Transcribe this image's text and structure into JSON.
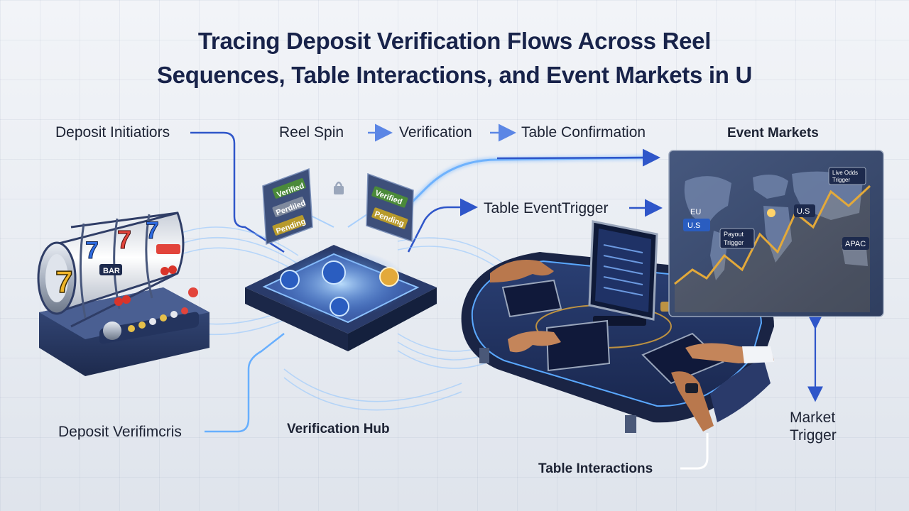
{
  "title": {
    "line1": "Tracing Deposit Verification Flows Across Reel",
    "line2": "Sequences, Table Interactions, and Event Markets in U"
  },
  "labels": {
    "deposit_initiators": "Deposit Initiatiors",
    "reel_spin": "Reel Spin",
    "verification": "Verification",
    "table_confirmation": "Table Confirmation",
    "event_markets": "Event Markets",
    "table_event_trigger": "Table EventTrigger",
    "deposit_verifications": "Deposit Verifimcris",
    "verification_hub": "Verification Hub",
    "table_interactions": "Table Interactions",
    "market_trigger_line1": "Market",
    "market_trigger_line2": "Trigger"
  },
  "status_cards": {
    "left": [
      "Verified",
      "Perdiled",
      "Pending"
    ],
    "right": [
      "Verified",
      "Pending"
    ]
  },
  "slot_machine": {
    "reel_symbols": [
      "7",
      "7",
      "7",
      "7",
      "BAR",
      "Cherry"
    ]
  },
  "map_labels": {
    "odds": "Live Odds",
    "trigger": "Trigger",
    "eu": "EU",
    "us_left": "U.S",
    "us_right": "U.S",
    "payout": "Payout",
    "payout_trigger": "Trigger",
    "apac": "APAC"
  },
  "colors": {
    "title": "#18234a",
    "flow_line": "#2f56c9",
    "glow": "#5aa8ff",
    "verified": "#4b8a3a",
    "pending": "#b79a2c",
    "map_panel": "#3c4f73"
  }
}
